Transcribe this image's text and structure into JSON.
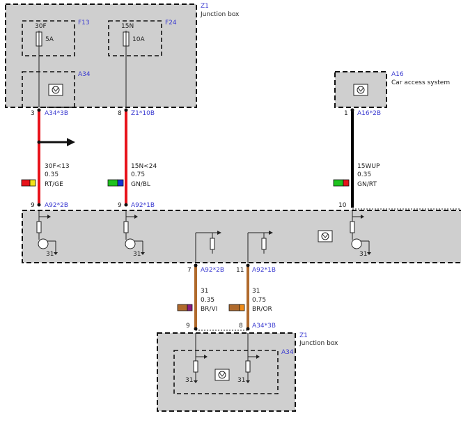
{
  "colors": {
    "red": "#e8131b",
    "black": "#000000",
    "brown": "#b06a2c",
    "grey": "#cfcfcf",
    "label_blue": "#3a3ad0",
    "yellow": "#f2e21a",
    "green": "#1ec31e",
    "blue": "#1433d6",
    "violet": "#8b1a7e",
    "orange": "#f08a16"
  },
  "z1_top": {
    "id": "Z1",
    "name": "Junction box"
  },
  "z1_bottom": {
    "id": "Z1",
    "name": "Junction box"
  },
  "a16": {
    "id": "A16",
    "name": "Car access system"
  },
  "fuses": [
    {
      "id": "F13",
      "terminal": "30F",
      "rating": "5A"
    },
    {
      "id": "F24",
      "terminal": "15N",
      "rating": "10A"
    }
  ],
  "a34_top": {
    "id": "A34"
  },
  "a34_bottom": {
    "id": "A34"
  },
  "wires": [
    {
      "pin_top": "3",
      "conn_top": "A34*3B",
      "signal": "30F<13",
      "size": "0.35",
      "color": "RT/GE",
      "pin_bottom": "9",
      "conn_bottom": "A92*2B"
    },
    {
      "pin_top": "8",
      "conn_top": "Z1*10B",
      "signal": "15N<24",
      "size": "0.75",
      "color": "GN/BL",
      "pin_bottom": "9",
      "conn_bottom": "A92*1B"
    },
    {
      "pin_top": "1",
      "conn_top": "A16*2B",
      "signal": "15WUP",
      "size": "0.35",
      "color": "GN/RT",
      "pin_bottom": "10",
      "conn_bottom": ""
    },
    {
      "pin_top": "7",
      "conn_top": "A92*2B",
      "signal": "31",
      "size": "0.35",
      "color": "BR/VI",
      "pin_bottom": "9",
      "conn_bottom": ""
    },
    {
      "pin_top": "11",
      "conn_top": "A92*1B",
      "signal": "31",
      "size": "0.75",
      "color": "BR/OR",
      "pin_bottom": "8",
      "conn_bottom": "A34*3B"
    }
  ],
  "grounds": {
    "g1": "31",
    "g2": "31",
    "g3": "31",
    "g4": "31",
    "g5": "31"
  }
}
